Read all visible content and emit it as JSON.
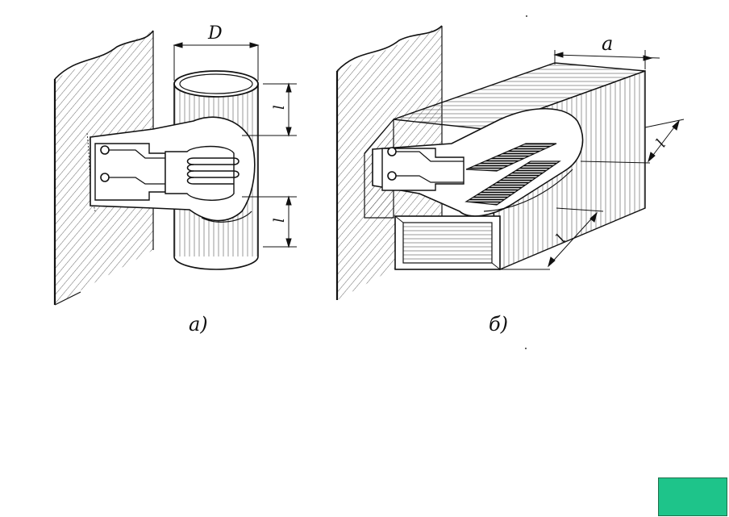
{
  "figure": {
    "panel_a": {
      "caption": "a)",
      "dimension_labels": [
        "D",
        "l",
        "l"
      ]
    },
    "panel_b": {
      "caption": "б)",
      "dimension_labels": [
        "a",
        "l",
        "l"
      ]
    }
  },
  "nav_button": {
    "color": "#1ec48a"
  }
}
